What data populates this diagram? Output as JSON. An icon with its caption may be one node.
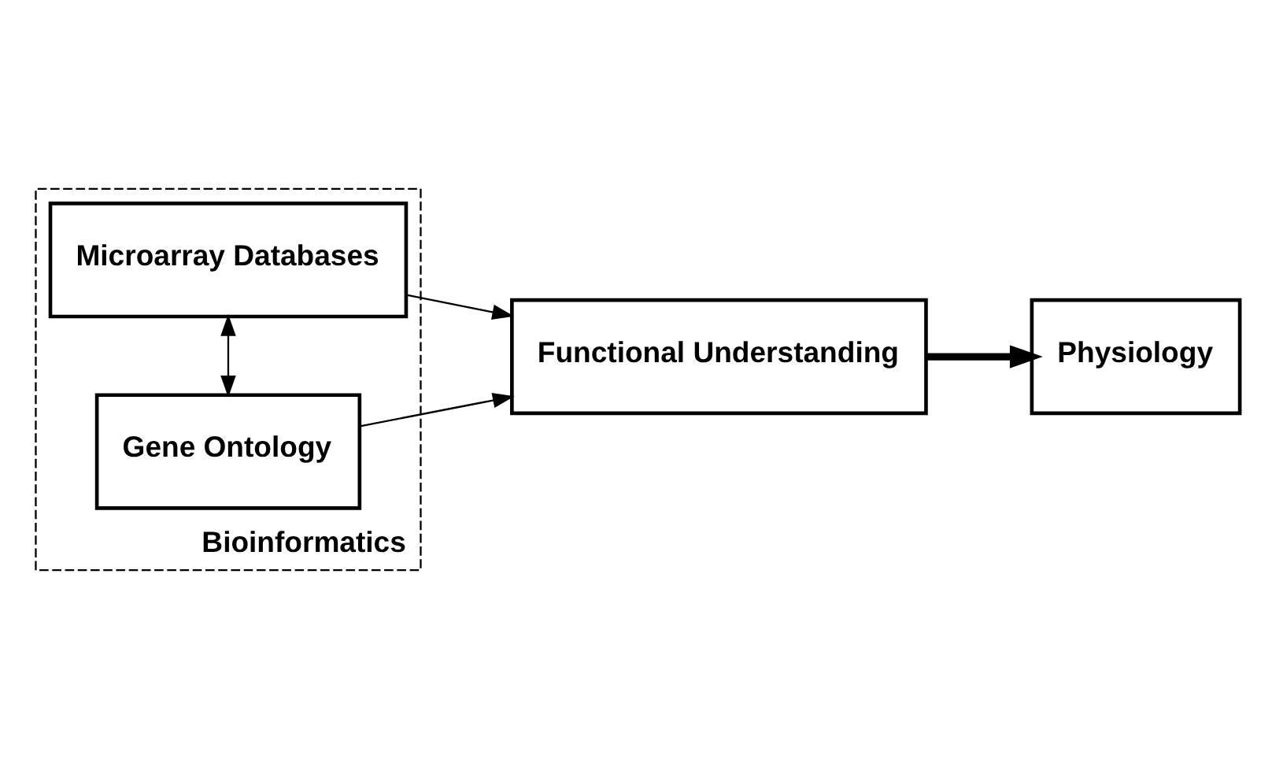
{
  "diagram": {
    "nodes": [
      {
        "text": [
          "Bioinformatics"
        ]
      },
      {
        "text": [
          "Microarray Databases"
        ],
        "in": 0
      },
      {
        "text": [
          "Gene Ontology"
        ],
        "in": 0
      },
      {
        "text": [
          "Functional Understanding"
        ]
      },
      {
        "text": [
          "Physiology"
        ]
      }
    ],
    "edges": [
      {
        "from": 1,
        "to": 2,
        "arrow": "both"
      },
      {
        "from": 1,
        "to": 3,
        "arrow": "to"
      },
      {
        "from": 2,
        "to": 3,
        "arrow": "to"
      },
      {
        "from": 3,
        "to": 4,
        "arrow": "to",
        "style": "thick"
      }
    ]
  }
}
